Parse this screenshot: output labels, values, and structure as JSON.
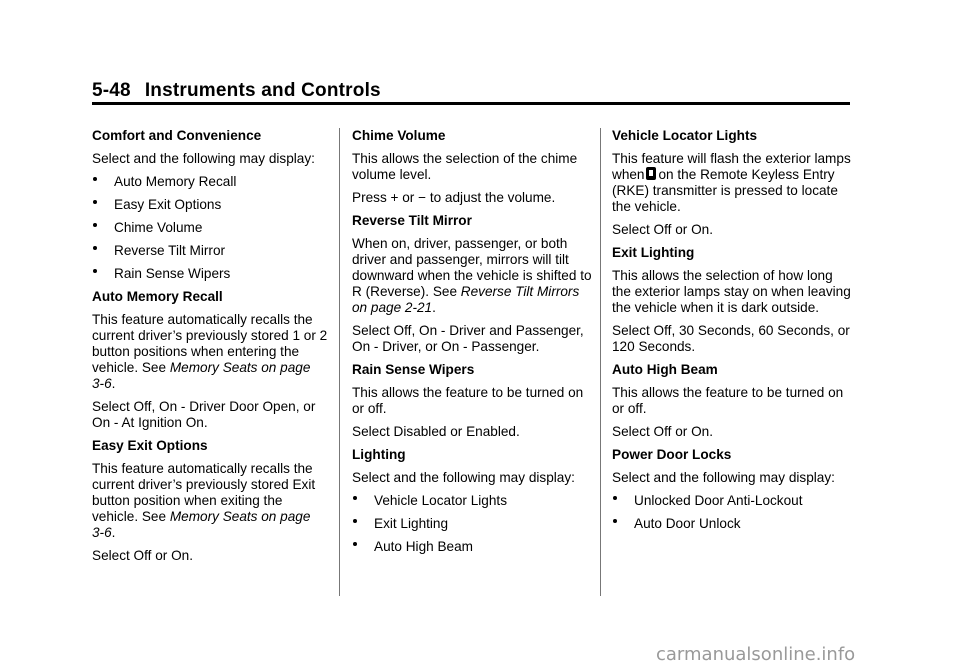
{
  "header": {
    "page_number": "5-48",
    "section_title": "Instruments and Controls"
  },
  "col1": {
    "comfort_heading": "Comfort and Convenience",
    "comfort_intro": "Select and the following may display:",
    "comfort_items": [
      "Auto Memory Recall",
      "Easy Exit Options",
      "Chime Volume",
      "Reverse Tilt Mirror",
      "Rain Sense Wipers"
    ],
    "amr_heading": "Auto Memory Recall",
    "amr_text": "This feature automatically recalls the current driver’s previously stored 1 or 2 button positions when entering the vehicle. See ",
    "amr_ref": "Memory Seats on page 3‑6",
    "amr_ref_end": ".",
    "amr_select": "Select Off, On - Driver Door Open, or On - At Ignition On.",
    "eeo_heading": "Easy Exit Options",
    "eeo_text": "This feature automatically recalls the current driver’s previously stored Exit button position when exiting the vehicle. See ",
    "eeo_ref": "Memory Seats on page 3‑6",
    "eeo_ref_end": ".",
    "eeo_select": "Select Off or On."
  },
  "col2": {
    "chime_heading": "Chime Volume",
    "chime_text": "This allows the selection of the chime volume level.",
    "chime_adjust": "Press + or − to adjust the volume.",
    "rtm_heading": "Reverse Tilt Mirror",
    "rtm_text": "When on, driver, passenger, or both driver and passenger, mirrors will tilt downward when the vehicle is shifted to R (Reverse). See ",
    "rtm_ref": "Reverse Tilt Mirrors on page 2‑21",
    "rtm_ref_end": ".",
    "rtm_select": "Select Off, On - Driver and Passenger, On - Driver, or On - Passenger.",
    "rsw_heading": "Rain Sense Wipers",
    "rsw_text": "This allows the feature to be turned on or off.",
    "rsw_select": "Select Disabled or Enabled.",
    "lighting_heading": "Lighting",
    "lighting_intro": "Select and the following may display:",
    "lighting_items": [
      "Vehicle Locator Lights",
      "Exit Lighting",
      "Auto High Beam"
    ]
  },
  "col3": {
    "vll_heading": "Vehicle Locator Lights",
    "vll_text_a": "This feature will flash the exterior lamps when",
    "vll_icon": "keyfob-lock-icon",
    "vll_text_b": "on the Remote Keyless Entry (RKE) transmitter is pressed to locate the vehicle.",
    "vll_select": "Select Off or On.",
    "el_heading": "Exit Lighting",
    "el_text": "This allows the selection of how long the exterior lamps stay on when leaving the vehicle when it is dark outside.",
    "el_select": "Select Off, 30 Seconds, 60 Seconds, or 120 Seconds.",
    "ahb_heading": "Auto High Beam",
    "ahb_text": "This allows the feature to be turned on or off.",
    "ahb_select": "Select Off or On.",
    "pdl_heading": "Power Door Locks",
    "pdl_intro": "Select and the following may display:",
    "pdl_items": [
      "Unlocked Door Anti-Lockout",
      "Auto Door Unlock"
    ]
  },
  "footer": {
    "watermark": "carmanualsonline.info"
  }
}
